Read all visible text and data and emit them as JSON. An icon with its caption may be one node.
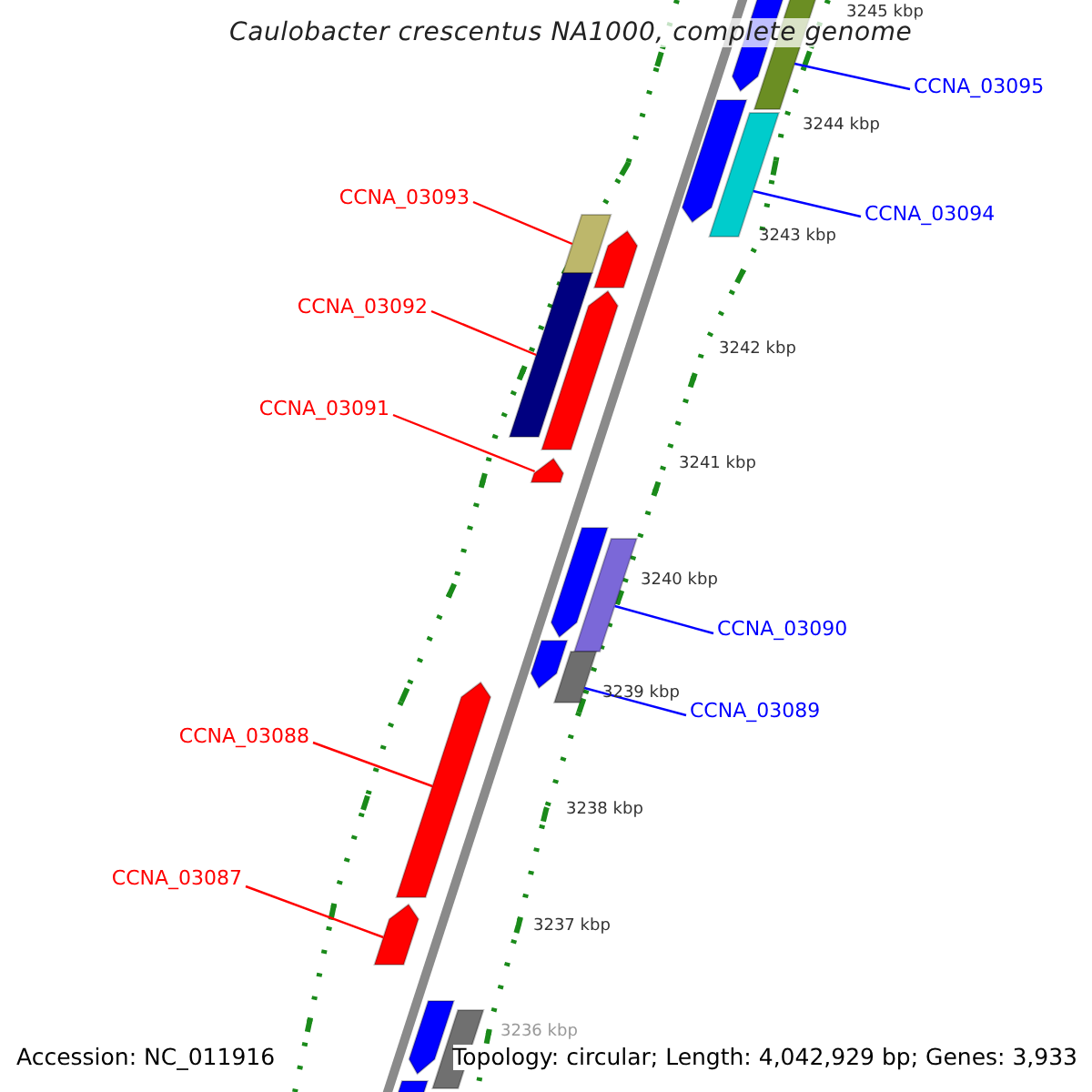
{
  "diagram": {
    "title": "Caulobacter crescentus NA1000, complete genome",
    "nodes": [
      {
        "text": [
          "CCNA_03095"
        ]
      },
      {
        "text": [
          "CCNA_03093"
        ]
      },
      {
        "text": [
          "CCNA_03094"
        ]
      },
      {
        "text": [
          "CCNA_03092"
        ]
      },
      {
        "text": [
          "CCNA_03091"
        ]
      },
      {
        "text": [
          "CCNA_03090"
        ]
      },
      {
        "text": [
          "CCNA_03089"
        ]
      },
      {
        "text": [
          "CCNA_03088"
        ]
      },
      {
        "text": [
          "CCNA_03087"
        ]
      },
      {
        "text": [],
        "shape": "arrow"
      },
      {
        "text": [],
        "shape": "box"
      },
      {
        "text": [],
        "shape": "arrow"
      },
      {
        "text": [],
        "shape": "box"
      },
      {
        "text": [],
        "shape": "box"
      },
      {
        "text": [],
        "shape": "arrow"
      },
      {
        "text": [],
        "shape": "box"
      },
      {
        "text": [],
        "shape": "arrow"
      },
      {
        "text": [],
        "shape": "arrow"
      },
      {
        "text": [],
        "shape": "arrow"
      },
      {
        "text": [],
        "shape": "box"
      },
      {
        "text": [],
        "shape": "arrow"
      },
      {
        "text": [],
        "shape": "box"
      },
      {
        "text": [],
        "shape": "arrow"
      },
      {
        "text": [],
        "shape": "arrow"
      },
      {
        "text": [],
        "shape": "arrow"
      },
      {
        "text": [],
        "shape": "box"
      },
      {
        "text": [],
        "shape": "arrow"
      }
    ],
    "edges": [
      {
        "from": 0,
        "to": 10,
        "arrow": "none",
        "color": "#0000ff"
      },
      {
        "from": 1,
        "to": 13,
        "arrow": "none",
        "color": "#ff0000"
      },
      {
        "from": 2,
        "to": 12,
        "arrow": "none",
        "color": "#0000ff"
      },
      {
        "from": 3,
        "to": 15,
        "arrow": "none",
        "color": "#ff0000"
      },
      {
        "from": 4,
        "to": 17,
        "arrow": "none",
        "color": "#ff0000"
      },
      {
        "from": 5,
        "to": 19,
        "arrow": "none",
        "color": "#0000ff"
      },
      {
        "from": 6,
        "to": 21,
        "arrow": "none",
        "color": "#0000ff"
      },
      {
        "from": 7,
        "to": 22,
        "arrow": "none",
        "color": "#ff0000"
      },
      {
        "from": 8,
        "to": 23,
        "arrow": "none",
        "color": "#ff0000"
      }
    ],
    "labels": [
      "3245 kbp",
      "3244 kbp",
      "3243 kbp",
      "3242 kbp",
      "3241 kbp",
      "3240 kbp",
      "3239 kbp",
      "3238 kbp",
      "3237 kbp",
      "3236 kbp",
      "Accession: NC_011916",
      "Topology: circular; Length: 4,042,929 bp; Genes: 3,933"
    ]
  }
}
